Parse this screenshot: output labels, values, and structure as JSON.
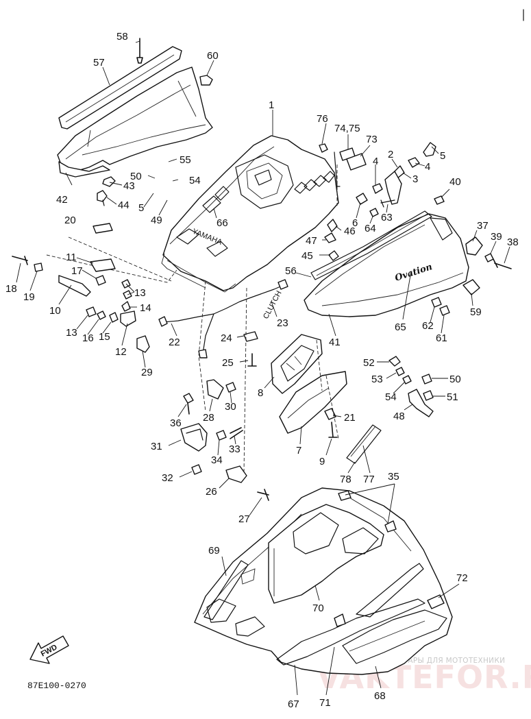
{
  "diagram": {
    "drawing_code": "87E100-0270",
    "forward_label": "FWD",
    "watermark_caption": "ЗАПЧАСТИ И АКСЕССУАРЫ ДЛЯ МОТОТЕХНИКИ",
    "watermark_site": "VAKTEFOR.RU",
    "hood_lettering": "YAMAHA",
    "panel_lettering": "Ovation",
    "cable_lettering": "CLUTCH",
    "callouts": [
      {
        "label": "58",
        "part": "screw"
      },
      {
        "label": "57",
        "part": "windshield trim"
      },
      {
        "label": "60",
        "part": "clip"
      },
      {
        "label": "1",
        "part": "hood"
      },
      {
        "label": "76",
        "part": "screw"
      },
      {
        "label": "74,75",
        "part": "emblem"
      },
      {
        "label": "73",
        "part": "emblem"
      },
      {
        "label": "2",
        "part": "hinge"
      },
      {
        "label": "5",
        "part": "bolt"
      },
      {
        "label": "4",
        "part": "washer"
      },
      {
        "label": "4",
        "part": "washer"
      },
      {
        "label": "3",
        "part": "collar"
      },
      {
        "label": "55",
        "part": "bolt"
      },
      {
        "label": "50",
        "part": "nut"
      },
      {
        "label": "54",
        "part": "washer"
      },
      {
        "label": "43",
        "part": "grommet"
      },
      {
        "label": "42",
        "part": "windshield"
      },
      {
        "label": "44",
        "part": "bolt"
      },
      {
        "label": "5",
        "part": "bolt"
      },
      {
        "label": "49",
        "part": "bracket"
      },
      {
        "label": "66",
        "part": "emblem"
      },
      {
        "label": "6",
        "part": "washer"
      },
      {
        "label": "64",
        "part": "nut"
      },
      {
        "label": "63",
        "part": "bolt"
      },
      {
        "label": "40",
        "part": "washer"
      },
      {
        "label": "20",
        "part": "pad"
      },
      {
        "label": "47",
        "part": "nut"
      },
      {
        "label": "46",
        "part": "grommet"
      },
      {
        "label": "37",
        "part": "damper"
      },
      {
        "label": "39",
        "part": "washer"
      },
      {
        "label": "38",
        "part": "bolt"
      },
      {
        "label": "11",
        "part": "plate"
      },
      {
        "label": "17",
        "part": "screw"
      },
      {
        "label": "13",
        "part": "nut"
      },
      {
        "label": "18",
        "part": "bolt"
      },
      {
        "label": "19",
        "part": "washer"
      },
      {
        "label": "45",
        "part": "clip"
      },
      {
        "label": "56",
        "part": "trim"
      },
      {
        "label": "14",
        "part": "pin"
      },
      {
        "label": "10",
        "part": "latch"
      },
      {
        "label": "13",
        "part": "nut"
      },
      {
        "label": "16",
        "part": "washer"
      },
      {
        "label": "15",
        "part": "spring"
      },
      {
        "label": "12",
        "part": "hook"
      },
      {
        "label": "65",
        "part": "emblem"
      },
      {
        "label": "59",
        "part": "damper"
      },
      {
        "label": "62",
        "part": "washer"
      },
      {
        "label": "61",
        "part": "nut"
      },
      {
        "label": "23",
        "part": "cable"
      },
      {
        "label": "22",
        "part": "wire harness"
      },
      {
        "label": "24",
        "part": "clamp"
      },
      {
        "label": "41",
        "part": "side panel"
      },
      {
        "label": "29",
        "part": "bracket"
      },
      {
        "label": "25",
        "part": "screw"
      },
      {
        "label": "52",
        "part": "screw"
      },
      {
        "label": "53",
        "part": "washer"
      },
      {
        "label": "50",
        "part": "nut"
      },
      {
        "label": "54",
        "part": "washer"
      },
      {
        "label": "51",
        "part": "washer"
      },
      {
        "label": "8",
        "part": "air duct"
      },
      {
        "label": "48",
        "part": "bracket"
      },
      {
        "label": "36",
        "part": "bolt"
      },
      {
        "label": "28",
        "part": "bracket"
      },
      {
        "label": "30",
        "part": "nut"
      },
      {
        "label": "21",
        "part": "washer"
      },
      {
        "label": "7",
        "part": "duct cover"
      },
      {
        "label": "9",
        "part": "screw"
      },
      {
        "label": "31",
        "part": "stay"
      },
      {
        "label": "34",
        "part": "washer"
      },
      {
        "label": "33",
        "part": "screw"
      },
      {
        "label": "78",
        "part": "strip"
      },
      {
        "label": "77",
        "part": "strip"
      },
      {
        "label": "32",
        "part": "bolt"
      },
      {
        "label": "26",
        "part": "bracket"
      },
      {
        "label": "35",
        "part": "clip"
      },
      {
        "label": "27",
        "part": "bolt"
      },
      {
        "label": "69",
        "part": "molding"
      },
      {
        "label": "70",
        "part": "liner"
      },
      {
        "label": "72",
        "part": "reflector"
      },
      {
        "label": "67",
        "part": "molding"
      },
      {
        "label": "71",
        "part": "molding"
      },
      {
        "label": "68",
        "part": "molding"
      }
    ]
  }
}
